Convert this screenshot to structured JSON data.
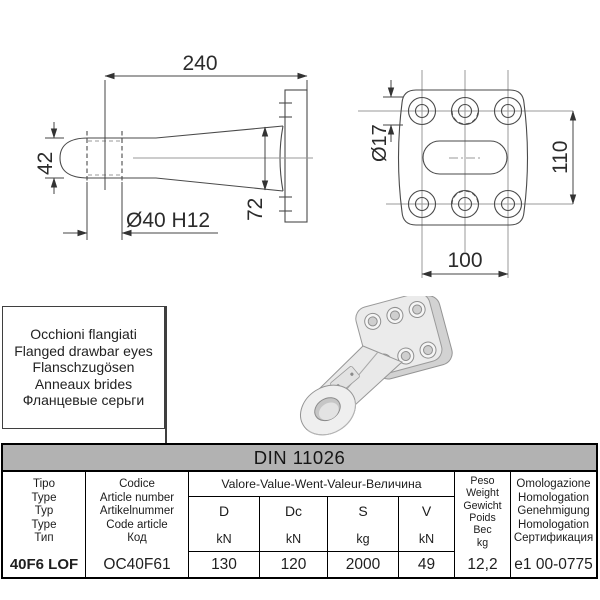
{
  "side_view": {
    "dim_length": "240",
    "dim_eye_height": "42",
    "dim_neck_height": "72",
    "dim_bore": "Ø40 H12"
  },
  "front_view": {
    "dim_hole_diameter": "Ø17",
    "dim_bolt_spacing_vertical": "110",
    "dim_bolt_spacing_horizontal": "100"
  },
  "product": {
    "names": [
      "Occhioni flangiati",
      "Flanged drawbar eyes",
      "Flanschzugösen",
      "Anneaux brides",
      "Фланцевые серьги"
    ]
  },
  "standard_bar": {
    "label": "DIN 11026",
    "bg_color": "#b2b2b2"
  },
  "table": {
    "type_col": [
      "Tipo",
      "Type",
      "Typ",
      "Type",
      "Тип"
    ],
    "code_col": [
      "Codice",
      "Article number",
      "Artikelnummer",
      "Code article",
      "Код"
    ],
    "values_title": "Valore-Value-Went-Valeur-Величина",
    "value_cols": [
      {
        "name": "D",
        "unit": "kN"
      },
      {
        "name": "Dc",
        "unit": "kN"
      },
      {
        "name": "S",
        "unit": "kg"
      },
      {
        "name": "V",
        "unit": "kN"
      }
    ],
    "weight_col": [
      "Peso",
      "Weight",
      "Gewicht",
      "Poids",
      "Вес",
      "kg"
    ],
    "homologation_col": [
      "Omologazione",
      "Homologation",
      "Genehmigung",
      "Homologation",
      "Сертификация"
    ],
    "row": {
      "type": "40F6 LOF",
      "code": "OC40F61",
      "D": "130",
      "Dc": "120",
      "S": "2000",
      "V": "49",
      "weight": "12,2",
      "homologation": "e1 00-0775"
    }
  }
}
